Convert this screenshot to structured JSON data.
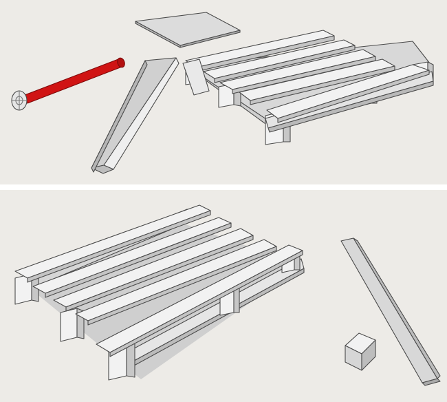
{
  "colors": {
    "background": "#edebe7",
    "divider": "#ffffff",
    "wood_top": "#f2f2f2",
    "wood_side": "#cfcfcf",
    "wood_shadow": "#b9b9b9",
    "outline": "#4a4a4a",
    "rod": "#d01414",
    "rod_dark": "#8e0b0b",
    "sheet": "#dcdcdc"
  },
  "panels": [
    {
      "name": "disassembled-view",
      "parts": [
        "pallet",
        "plank",
        "metal-rod",
        "sheet"
      ]
    },
    {
      "name": "repair-view",
      "parts": [
        "pallet-missing-board",
        "loose-plank",
        "block"
      ]
    }
  ]
}
